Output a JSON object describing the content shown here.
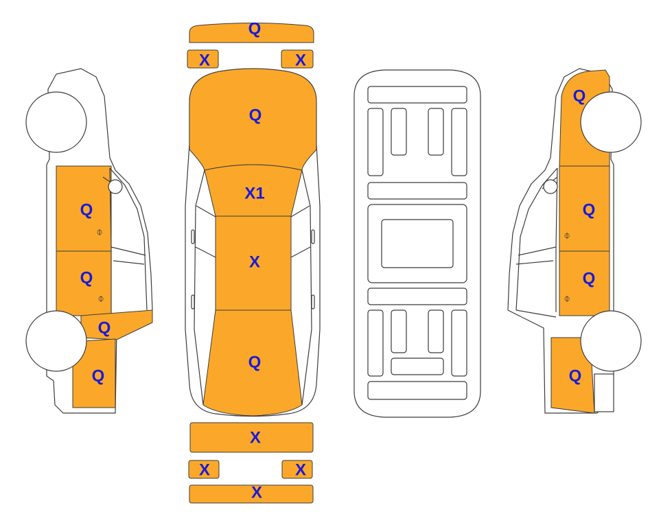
{
  "colors": {
    "damage_fill": "#FBA82A",
    "label_text": "#1a1ad6",
    "outline": "#3a3a3a",
    "background": "#ffffff"
  },
  "legend_codes": [
    "Q",
    "X",
    "X1"
  ],
  "top_view": {
    "front_bumper_upper": "Q",
    "front_bumper_left_corner": "X",
    "front_bumper_right_corner": "X",
    "hood": "Q",
    "windshield": "X1",
    "roof": "X",
    "trunk": "Q",
    "rear_bumper_upper": "X",
    "rear_bumper_left_corner": "X",
    "rear_bumper_right_corner": "X",
    "rear_bumper_lower": "X"
  },
  "left_side": {
    "front_door": "Q",
    "rear_door": "Q",
    "rocker_panel": "Q",
    "rear_quarter": "Q"
  },
  "right_side": {
    "front_fender": "Q",
    "front_door": "Q",
    "rear_door": "Q",
    "rear_quarter": "Q"
  }
}
